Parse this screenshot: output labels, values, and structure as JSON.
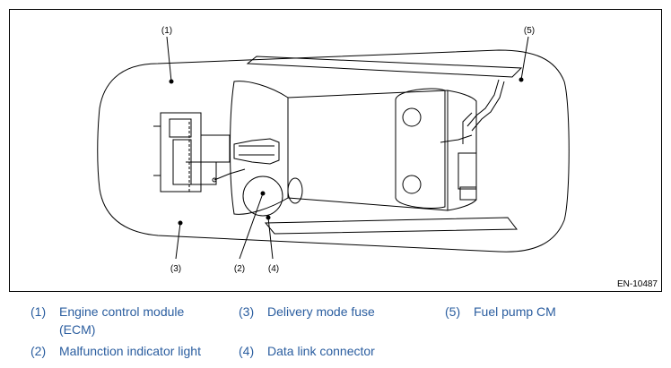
{
  "figure": {
    "id": "EN-10487",
    "callouts": [
      {
        "key": "c1",
        "text": "(1)"
      },
      {
        "key": "c2",
        "text": "(2)"
      },
      {
        "key": "c3",
        "text": "(3)"
      },
      {
        "key": "c4",
        "text": "(4)"
      },
      {
        "key": "c5",
        "text": "(5)"
      }
    ]
  },
  "legend": {
    "items": [
      {
        "num": "(1)",
        "label_line1": "Engine control module",
        "label_line2": "(ECM)"
      },
      {
        "num": "(2)",
        "label_line1": "Malfunction indicator light"
      },
      {
        "num": "(3)",
        "label_line1": "Delivery mode fuse"
      },
      {
        "num": "(4)",
        "label_line1": "Data link connector"
      },
      {
        "num": "(5)",
        "label_line1": "Fuel pump CM"
      }
    ]
  },
  "colors": {
    "legend_text": "#2a5d9f",
    "line": "#000000"
  }
}
